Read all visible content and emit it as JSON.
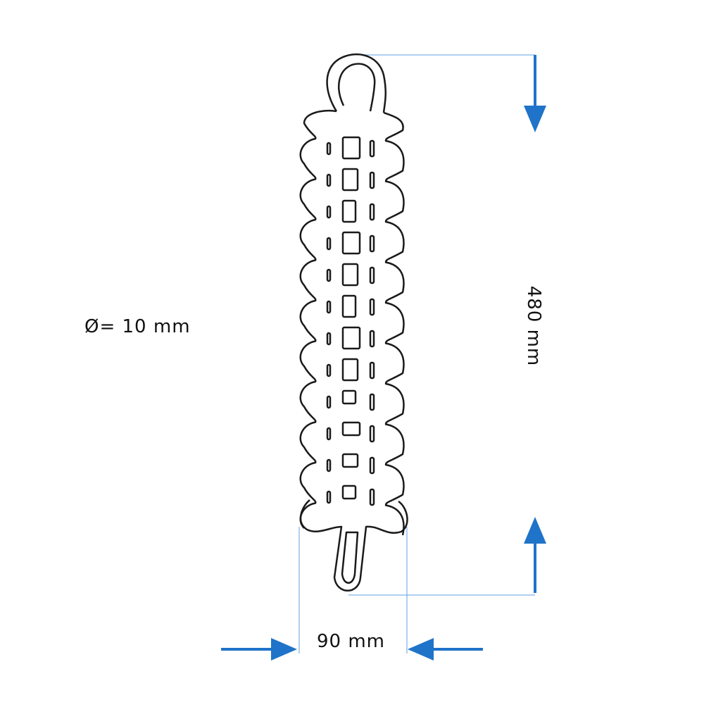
{
  "diagram": {
    "diameter_label": "Ø= 10 mm",
    "height_label": "480 mm",
    "width_label": "90 mm"
  },
  "colors": {
    "arrow": "#1f73c9",
    "guide_line": "#5fa2e0",
    "outline": "#1a1a1a"
  }
}
